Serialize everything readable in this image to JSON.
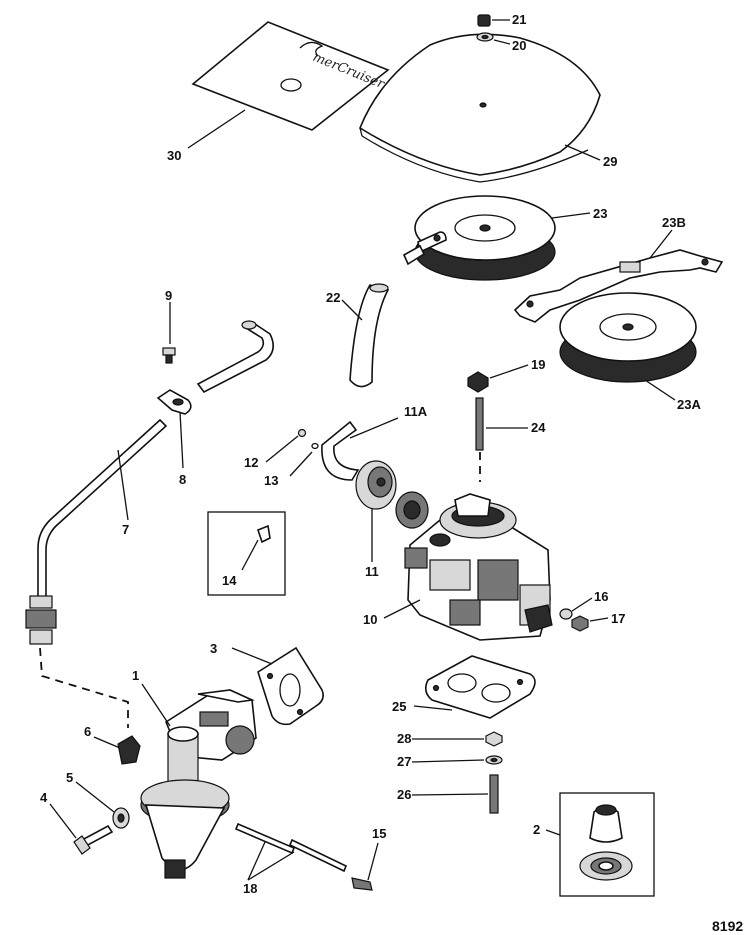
{
  "diagram": {
    "figure_number": "8192",
    "decal_logo_text": "merCruiser",
    "callouts": {
      "c1": "1",
      "c2": "2",
      "c3": "3",
      "c4": "4",
      "c5": "5",
      "c6": "6",
      "c7": "7",
      "c8": "8",
      "c9": "9",
      "c10": "10",
      "c11": "11",
      "c11a": "11A",
      "c12": "12",
      "c13": "13",
      "c14": "14",
      "c15": "15",
      "c16": "16",
      "c17": "17",
      "c18": "18",
      "c19": "19",
      "c20": "20",
      "c21": "21",
      "c22": "22",
      "c23": "23",
      "c23a": "23A",
      "c23b": "23B",
      "c24": "24",
      "c25": "25",
      "c26": "26",
      "c27": "27",
      "c28": "28",
      "c29": "29",
      "c30": "30"
    }
  }
}
